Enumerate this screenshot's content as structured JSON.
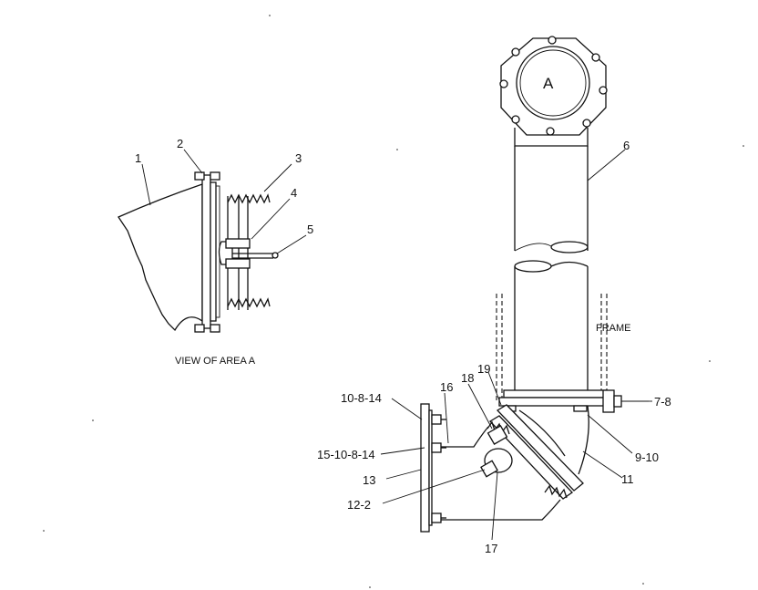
{
  "labels": {
    "c1": "1",
    "c2": "2",
    "c3": "3",
    "c4": "4",
    "c5": "5",
    "c6": "6",
    "c7_8": "7-8",
    "c9_10": "9-10",
    "c11": "11",
    "c12_2": "12-2",
    "c13": "13",
    "c15_10_8_14": "15-10-8-14",
    "c10_8_14": "10-8-14",
    "c16": "16",
    "c17": "17",
    "c18": "18",
    "c19": "19",
    "frame": "FRAME",
    "area_marker": "A",
    "view_caption": "VIEW OF AREA A"
  }
}
